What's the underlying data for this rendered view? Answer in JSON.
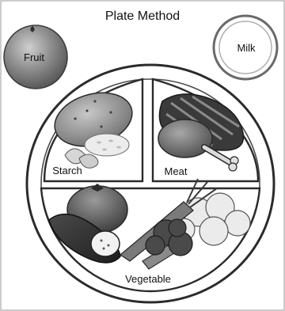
{
  "diagram": {
    "title": "Plate Method",
    "labels": {
      "fruit": "Fruit",
      "milk": "Milk",
      "starch": "Starch",
      "meat": "Meat",
      "vegetable": "Vegetable"
    },
    "colors": {
      "outline": "#2b2b2b",
      "plate_rim": "#ffffff",
      "fruit": "#8c8c8c",
      "steak": "#3a3a3a",
      "chicken": "#6a6a6a",
      "potato": "#9a9a9a",
      "tomato": "#5a5a5a",
      "cucumber": "#2f2f2f",
      "broccoli": "#4a4a4a",
      "carrot": "#7a7a7a",
      "cauliflower": "#e6e6e6"
    }
  }
}
